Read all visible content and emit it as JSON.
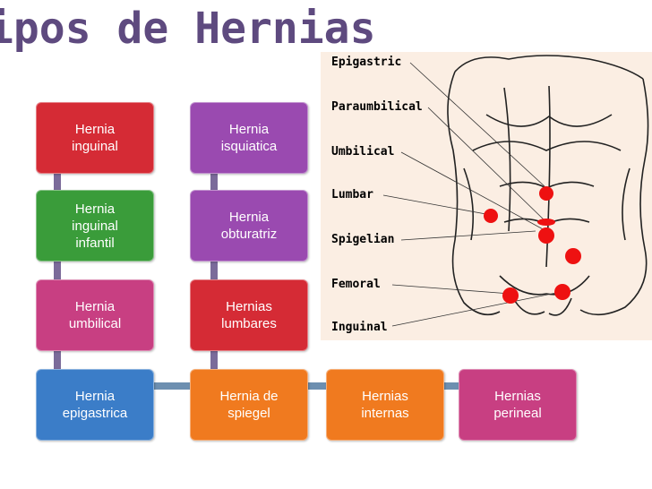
{
  "title": "ipos de Hernias",
  "columns": [
    {
      "boxes": [
        "Hernia\ninguinal",
        "Hernia\ninguinal\ninfantil",
        "Hernia\numbilical",
        "Hernia\nepigastrica"
      ]
    },
    {
      "boxes": [
        "Hernia\nisquiatica",
        "Hernia\nobturatriz",
        "Hernias\nlumbares",
        "Hernia de\nspiegel"
      ]
    }
  ],
  "bottom_row": [
    "Hernias\ninternas",
    "Hernias\nperineal"
  ],
  "colors": {
    "red": "#d52b35",
    "magenta": "#c83f82",
    "purple": "#9a4ab0",
    "blue": "#3b7dc8",
    "orange": "#f07a1f",
    "green": "#3a9c3a",
    "title": "#5e4a7f"
  },
  "figure": {
    "labels": [
      "Epigastric",
      "Paraumbilical",
      "Umbilical",
      "Lumbar",
      "Spigelian",
      "Femoral",
      "Inguinal"
    ]
  }
}
